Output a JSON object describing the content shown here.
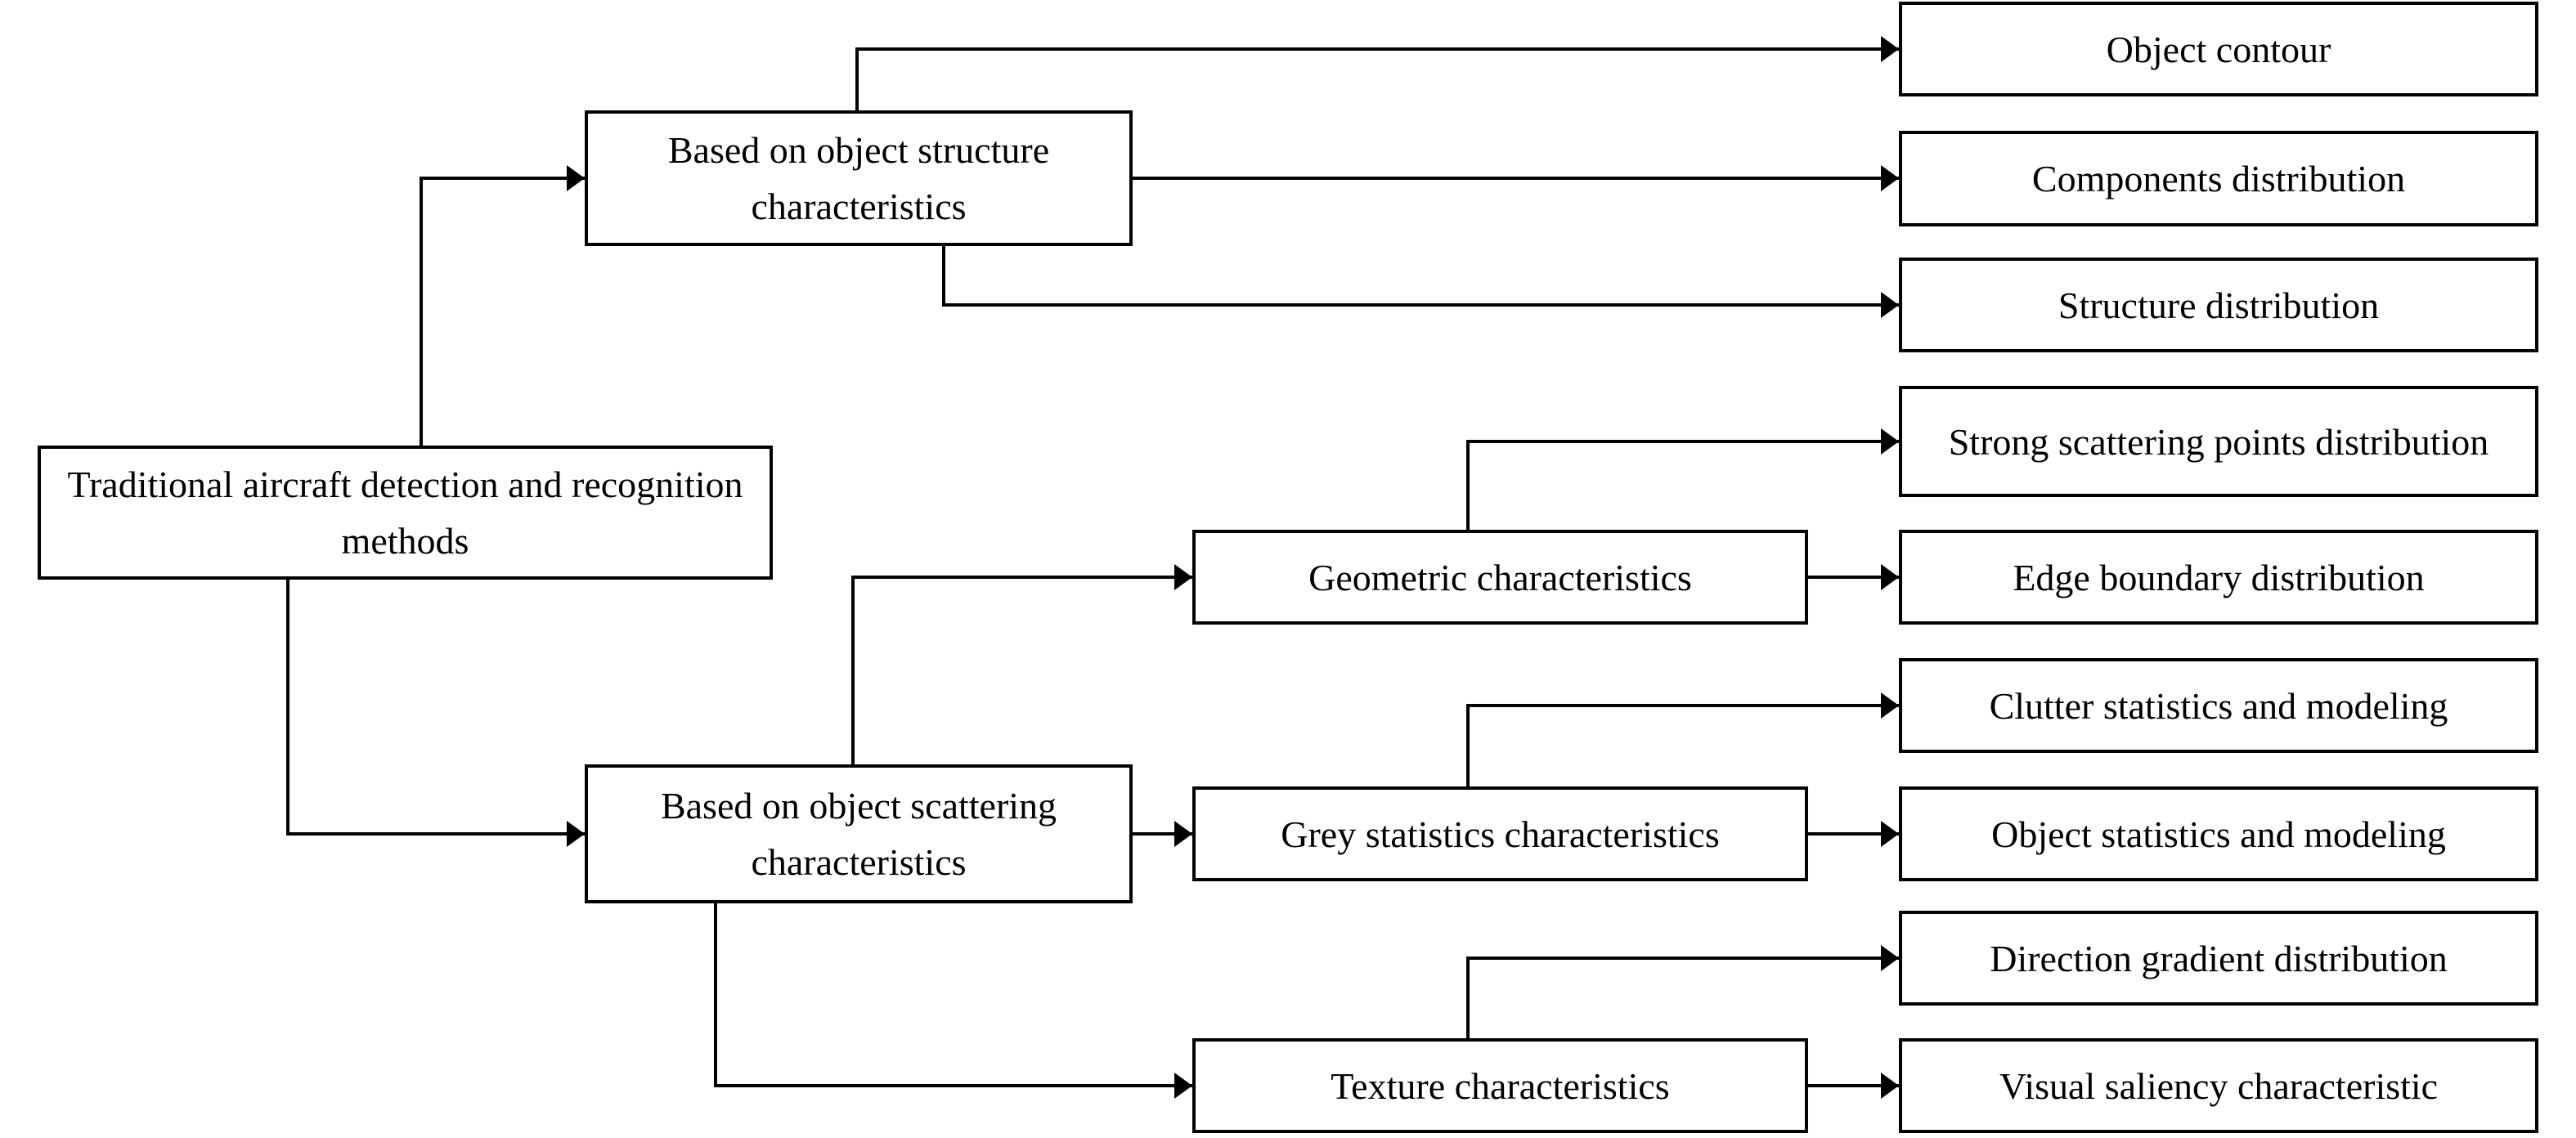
{
  "figure": {
    "colors": {
      "stroke": "#000000",
      "background": "#ffffff",
      "text": "#000000"
    },
    "root": {
      "label": "Traditional aircraft detection and recognition methods"
    },
    "branches": [
      {
        "label": "Based on object structure characteristics",
        "children": [
          {
            "label": "Object contour"
          },
          {
            "label": "Components distribution"
          },
          {
            "label": "Structure distribution"
          }
        ]
      },
      {
        "label": "Based on object scattering characteristics",
        "children": [
          {
            "label": "Geometric characteristics",
            "children": [
              {
                "label": "Strong scattering points distribution"
              },
              {
                "label": "Edge boundary distribution"
              }
            ]
          },
          {
            "label": "Grey statistics characteristics",
            "children": [
              {
                "label": "Clutter statistics and modeling"
              },
              {
                "label": "Object statistics and modeling"
              }
            ]
          },
          {
            "label": "Texture characteristics",
            "children": [
              {
                "label": "Direction gradient distribution"
              },
              {
                "label": "Visual saliency characteristic"
              }
            ]
          }
        ]
      }
    ]
  }
}
